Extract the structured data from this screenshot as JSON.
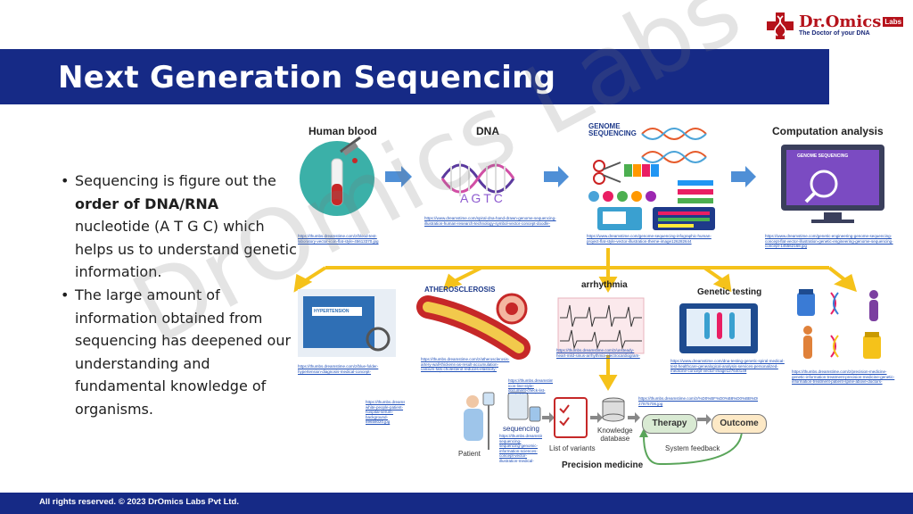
{
  "logo": {
    "name": "Dr.Omics",
    "badge": "Labs",
    "tagline": "The Doctor of your DNA"
  },
  "title": "Next Generation Sequencing",
  "bullets": {
    "b1_pre": "Sequencing is figure out the ",
    "b1_bold": "order of DNA/RNA",
    "b1_post": " nucleotide (A T G C) which helps us to understand genetic information.",
    "b2": "The large amount of information obtained from sequencing has deepened our understanding and fundamental knowledge of organisms."
  },
  "diagram": {
    "top_labels": {
      "blood": "Human blood",
      "dna": "DNA",
      "computation": "Computation analysis"
    },
    "genome_seq": "GENOME\nSEQUENCING",
    "dna_letters": "AGTC",
    "screen_text": "GENOME SEQUENCING",
    "app_labels": {
      "athero": "ATHEROSCLEROSIS",
      "arrhythmia": "arrhythmia",
      "genetic_testing": "Genetic testing",
      "hypertension": "HYPERTENSION"
    },
    "pm_labels": {
      "patient": "Patient",
      "sequencing": "sequencing",
      "variants": "List of variants",
      "knowledge": "Knowledge\ndatabase",
      "therapy": "Therapy",
      "outcome": "Outcome",
      "feedback": "System feedback",
      "precision": "Precision medicine"
    },
    "urls": {
      "blood": "https://thumbs.dreamstime.com/z/blood-test-laboratory-vector-icon-flat-style-45613370.jpg",
      "dna": "https://www.dreamstime.com/spiral-dna-hand-drawn-genome-sequencing-illustration-human-research-technology-symbol-vector-concept-doodle-vector-project-image145327460",
      "genome": "https://www.dreamstime.com/genome-sequencing-infographic-human-project-flat-style-vector-illustration-theme-image126282644",
      "computation": "https://www.dreamstime.com/genetic-engineering-genome-sequencing-concept-flat-vector-illustration-genetic-engineering-genome-sequencing-concept-145562168.jpg",
      "hypertension": "https://thumbs.dreamstime.com/z/blue-folder-hypertension-diagnosis-medical-concept-88081762.jpg",
      "athero": "https://thumbs.dreamstime.com/z/atherosclerosis-artery-wall-thickens-as-result-accumulation-calcium-fats-cholesterol-reduces-elasticity-99928499.jpg",
      "arrhythmia": "https://thumbs.dreamstime.com/z/unsteady-heart-mild-sinus-arrhythmia-electrocardiogram-99500971.jpg",
      "genetic": "https://www.dreamstime.com/dna-testing-genetic-spiral-medical-test-healthcare-genealogical-analysis-services-personalized-medicine-concept-vector-image127640149",
      "personalized": "https://thumbs.dreamstime.com/z/precision-medicine-genetic-information-treatment-precision-medicine-genetic-information-treatment-patient-spine-above-doctors-177313955.jpg",
      "patient": "https://thumbs.dreamstime.com/z/1119-white-people-patient-hospital-serum-background-89658020.jpg",
      "sequencing": "https://thumbs.dreamstime.com/z/dna-sequencing-sequencing-genomic-information-sciences-concept-vector-illustration-medical-biology-vector-94690358.jpg",
      "variants": "https://thumbs.dreamstime.com/z/checklist-icon-line-style-document-check-list-symbol-inspection-vector-illustration-clipboard-checklist-concept-2700957900.jpg",
      "therapy": "https://thumbs.dreamstime.com/z/%D0%BF%D0%B8%D0%BB%D0%B5%D0%B9%D0%B4%D1%8D%D1%84-27875706.jpg"
    }
  },
  "footer": "All rights reserved. © 2023 DrOmics Labs Pvt Ltd.",
  "watermark": "DrOmics Labs",
  "colors": {
    "brand_blue": "#162a86",
    "brand_red": "#b5121b",
    "arrow_blue": "#4f8fd6",
    "arrow_yellow": "#f5c21a"
  }
}
